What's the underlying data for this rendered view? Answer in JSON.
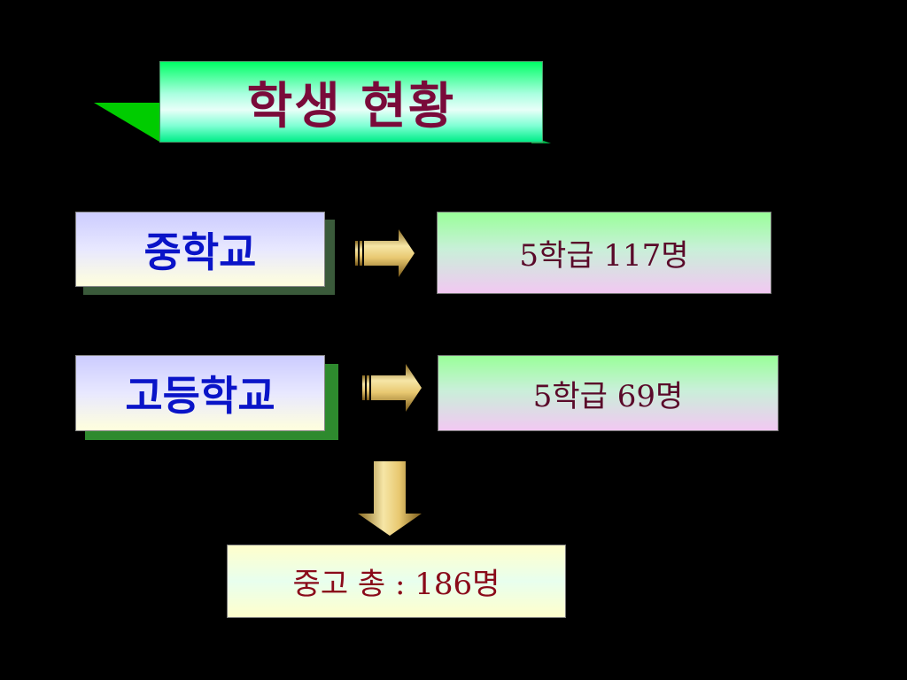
{
  "title": "학생 현황",
  "rows": [
    {
      "label": "중학교",
      "result": "5학급 117명"
    },
    {
      "label": "고등학교",
      "result": "5학급 69명"
    }
  ],
  "total": "중고 총 : 186명",
  "colors": {
    "background": "#000000",
    "title_text": "#7a0a3a",
    "label_text": "#0a14c8",
    "result_text": "#5a0a2a",
    "accent_green": "#00cc00",
    "arrow_gold": "#d4b04a"
  }
}
